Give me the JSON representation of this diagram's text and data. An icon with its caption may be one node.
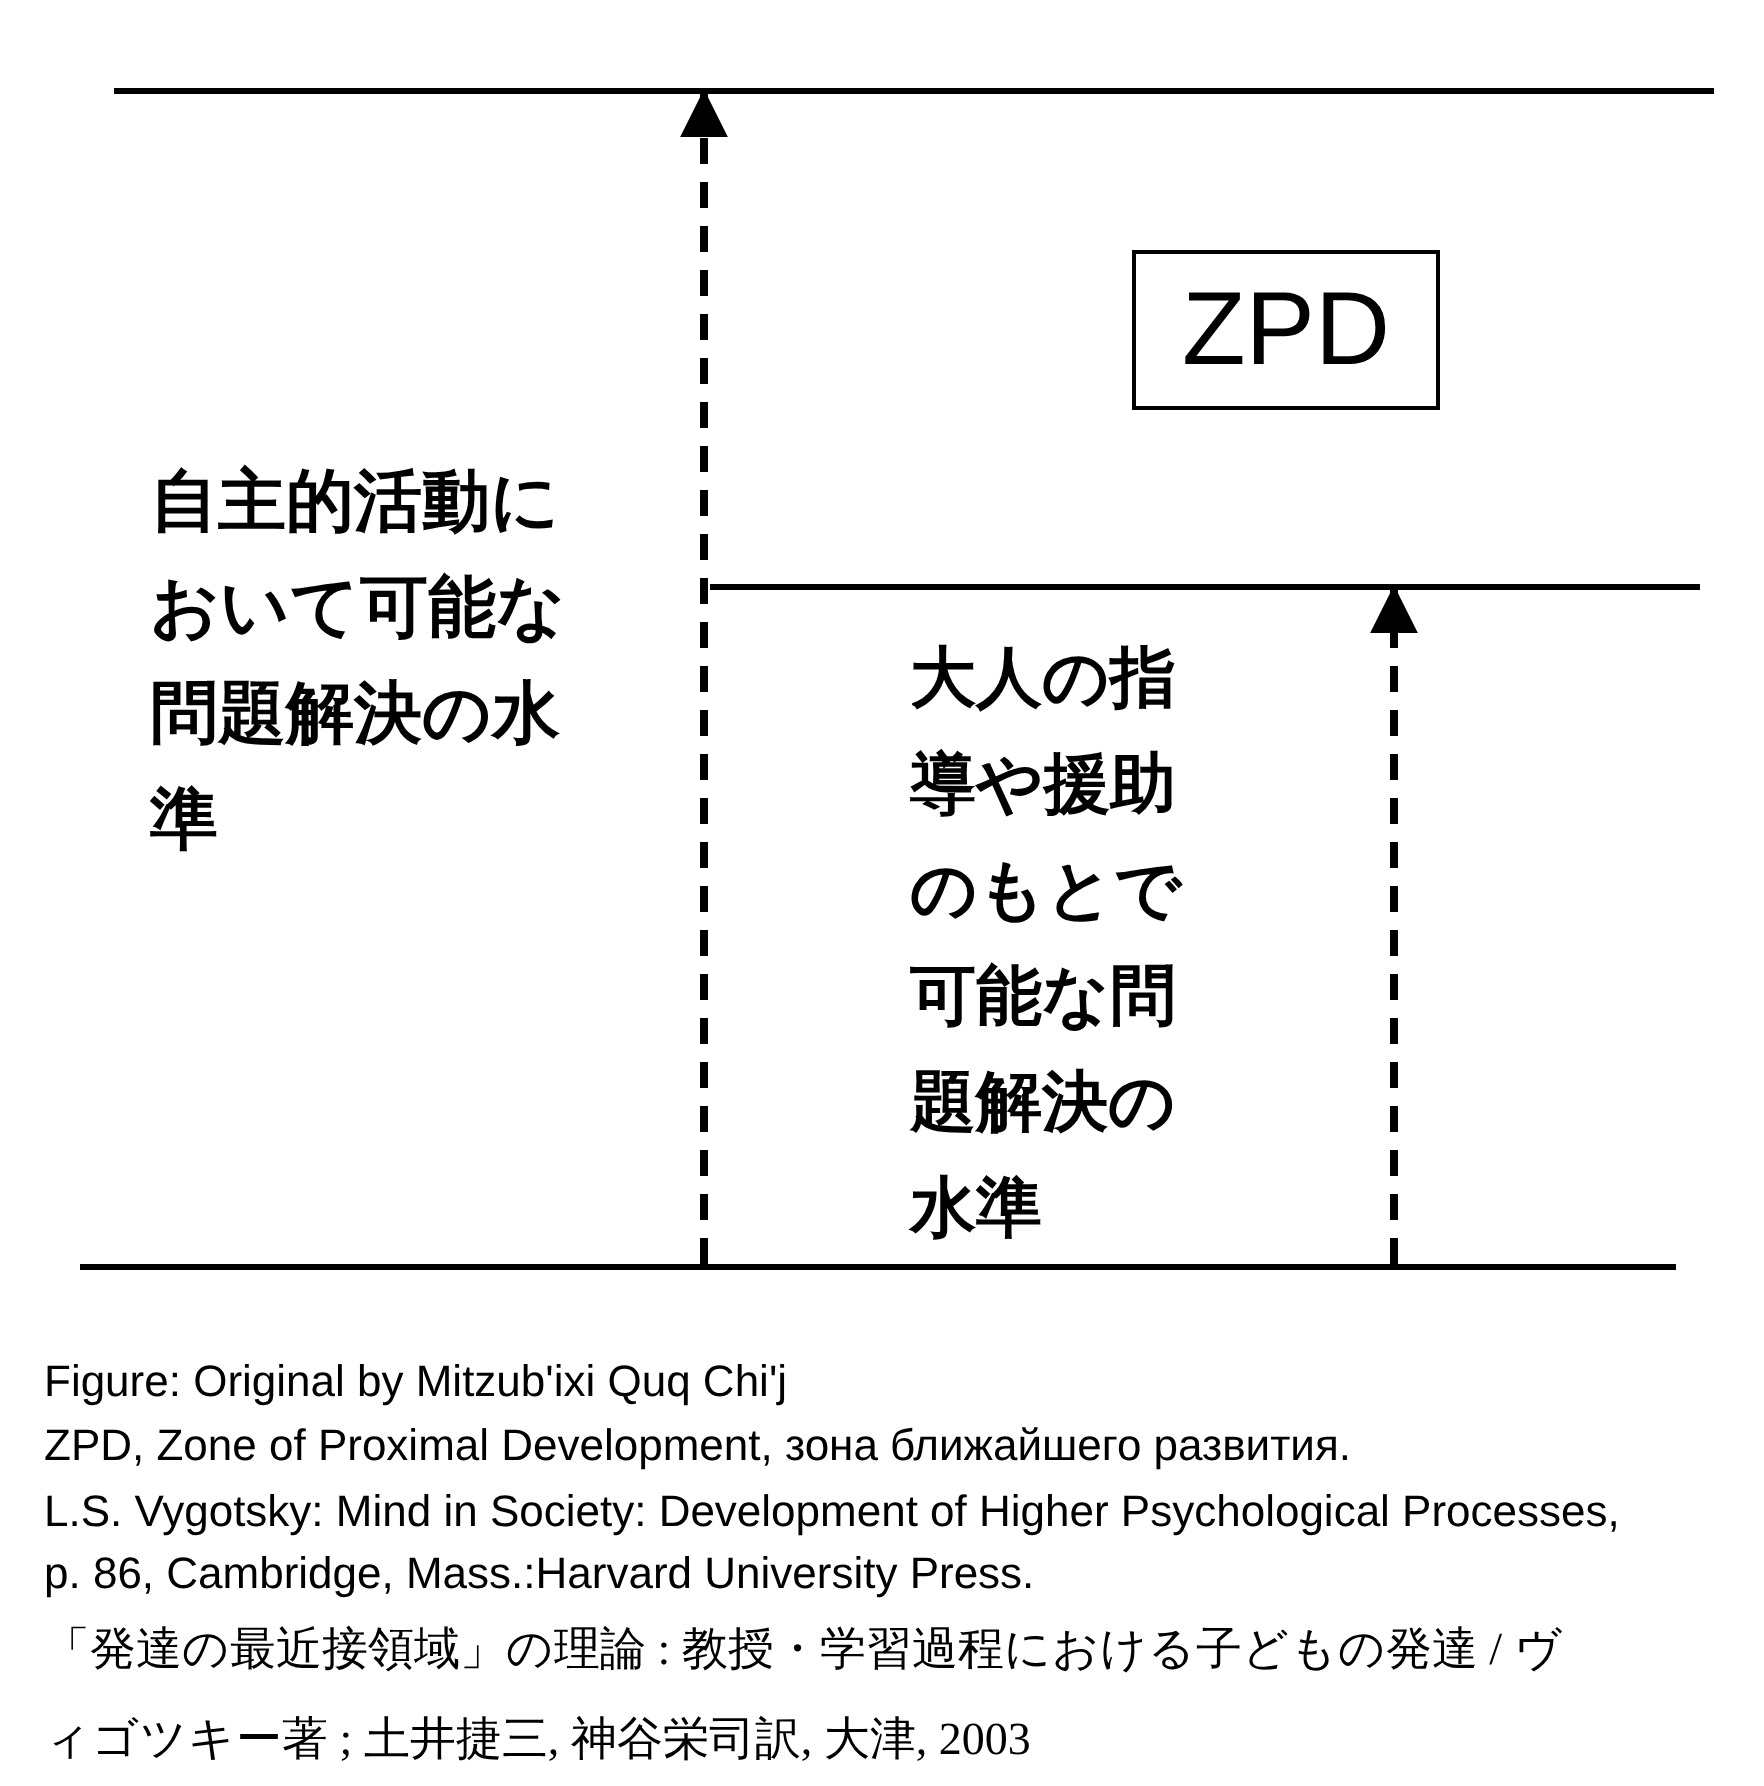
{
  "diagram": {
    "nodes": [
      {
        "text": [],
        "shape": "line"
      },
      {
        "text": [
          "ZPD"
        ]
      },
      {
        "text": [],
        "shape": "line"
      },
      {
        "text": [
          "自主的活動において可能な問題解決の水準"
        ]
      },
      {
        "text": [
          "大人の指導や援助のもとで可能な問題解決の水準"
        ]
      },
      {
        "text": [],
        "shape": "line"
      }
    ],
    "edges": [
      {
        "from": 5,
        "to": 0,
        "arrow": "to",
        "style": "dashed"
      },
      {
        "from": 5,
        "to": 2,
        "arrow": "to",
        "style": "dashed"
      }
    ],
    "labels": [
      "Figure: Original by Mitzub'ixi Quq Chi'j",
      "ZPD, Zone of Proximal Development, зона ближайшего развития.",
      "L.S. Vygotsky: Mind in Society: Development of Higher Psychological Processes, p. 86, Cambridge, Mass.:Harvard University Press.",
      "「発達の最近接領域」の理論 : 教授・学習過程における子どもの発達 / ヴィゴツキー著 ; 土井捷三, 神谷栄司訳, 大津, 2003"
    ]
  }
}
